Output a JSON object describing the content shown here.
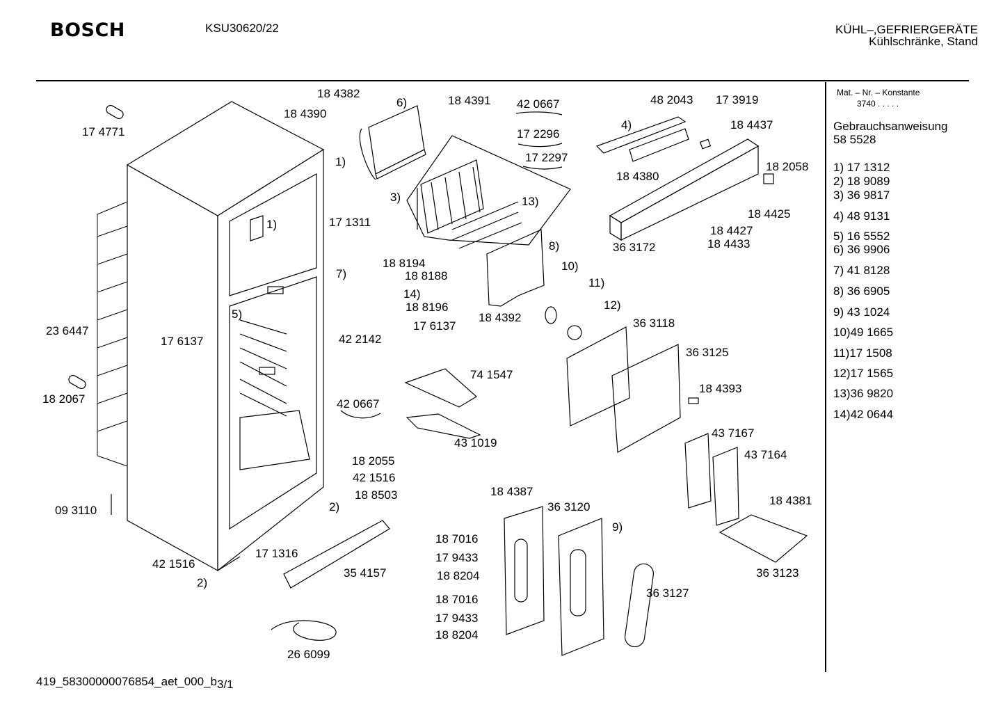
{
  "header": {
    "brand": "BOSCH",
    "model": "KSU30620/22",
    "category_line1": "KÜHL–,GEFRIERGERÄTE",
    "category_line2": "Kühlschränke, Stand"
  },
  "sidebar": {
    "konstante_label": "Mat. – Nr. – Konstante",
    "konstante_value": "3740  .  .  .  .  .",
    "manual_label": "Gebrauchsanweisung",
    "manual_number": "58 5528",
    "items": [
      "1) 17 1312",
      "2) 18 9089",
      "3) 36 9817",
      "4) 48 9131",
      "5) 16 5552",
      "6) 36 9906",
      "7) 41 8128",
      "8) 36 6905",
      "9) 43 1024",
      "10)49 1665",
      "11)17 1508",
      "12)17 1565",
      "13)36 9820",
      "14)42 0644"
    ]
  },
  "parts": {
    "p184382": "18 4382",
    "p184390": "18 4390",
    "p6": "6)",
    "p184391": "18 4391",
    "p420667a": "42 0667",
    "p172296": "17 2296",
    "p172297": "17 2297",
    "p482043": "48 2043",
    "p173919": "17 3919",
    "p4": "4)",
    "p184437": "18 4437",
    "p184380": "18 4380",
    "p182058": "18 2058",
    "p174771": "17 4771",
    "p1a": "1)",
    "p171311": "17 1311",
    "p1b": "1)",
    "p3": "3)",
    "p13": "13)",
    "p184425": "18 4425",
    "p184427": "18 4427",
    "p184433": "18 4433",
    "p363172": "36 3172",
    "p8": "8)",
    "p188194": "18 8194",
    "p7": "7)",
    "p188188": "18 8188",
    "p14": "14)",
    "p188196": "18 8196",
    "p176137a": "17 6137",
    "p5": "5)",
    "p176137b": "17 6137",
    "p422142": "42 2142",
    "p184392": "18 4392",
    "p10": "10)",
    "p11": "11)",
    "p12": "12)",
    "p363118": "36 3118",
    "p363125": "36 3125",
    "p236447": "23 6447",
    "p741547": "74 1547",
    "p182067": "18 2067",
    "p420667b": "42 0667",
    "p184393": "18 4393",
    "p431019": "43 1019",
    "p437167": "43 7167",
    "p437164": "43 7164",
    "p182055": "18 2055",
    "p421516a": "42 1516",
    "p188503": "18 8503",
    "p184387": "18 4387",
    "p363120": "36 3120",
    "p184381": "18 4381",
    "p093110": "09 3110",
    "p2a": "2)",
    "p9": "9)",
    "p187016a": "18 7016",
    "p179433a": "17 9433",
    "p171316": "17 1316",
    "p421516b": "42 1516",
    "p354157": "35 4157",
    "p188204a": "18 8204",
    "p2b": "2)",
    "p363123": "36 3123",
    "p363127": "36 3127",
    "p187016b": "18 7016",
    "p179433b": "17 9433",
    "p188204b": "18 8204",
    "p266099": "26 6099"
  },
  "footer": {
    "doc_id": "419_58300000076854_aet_000_b",
    "page": "3/1"
  }
}
